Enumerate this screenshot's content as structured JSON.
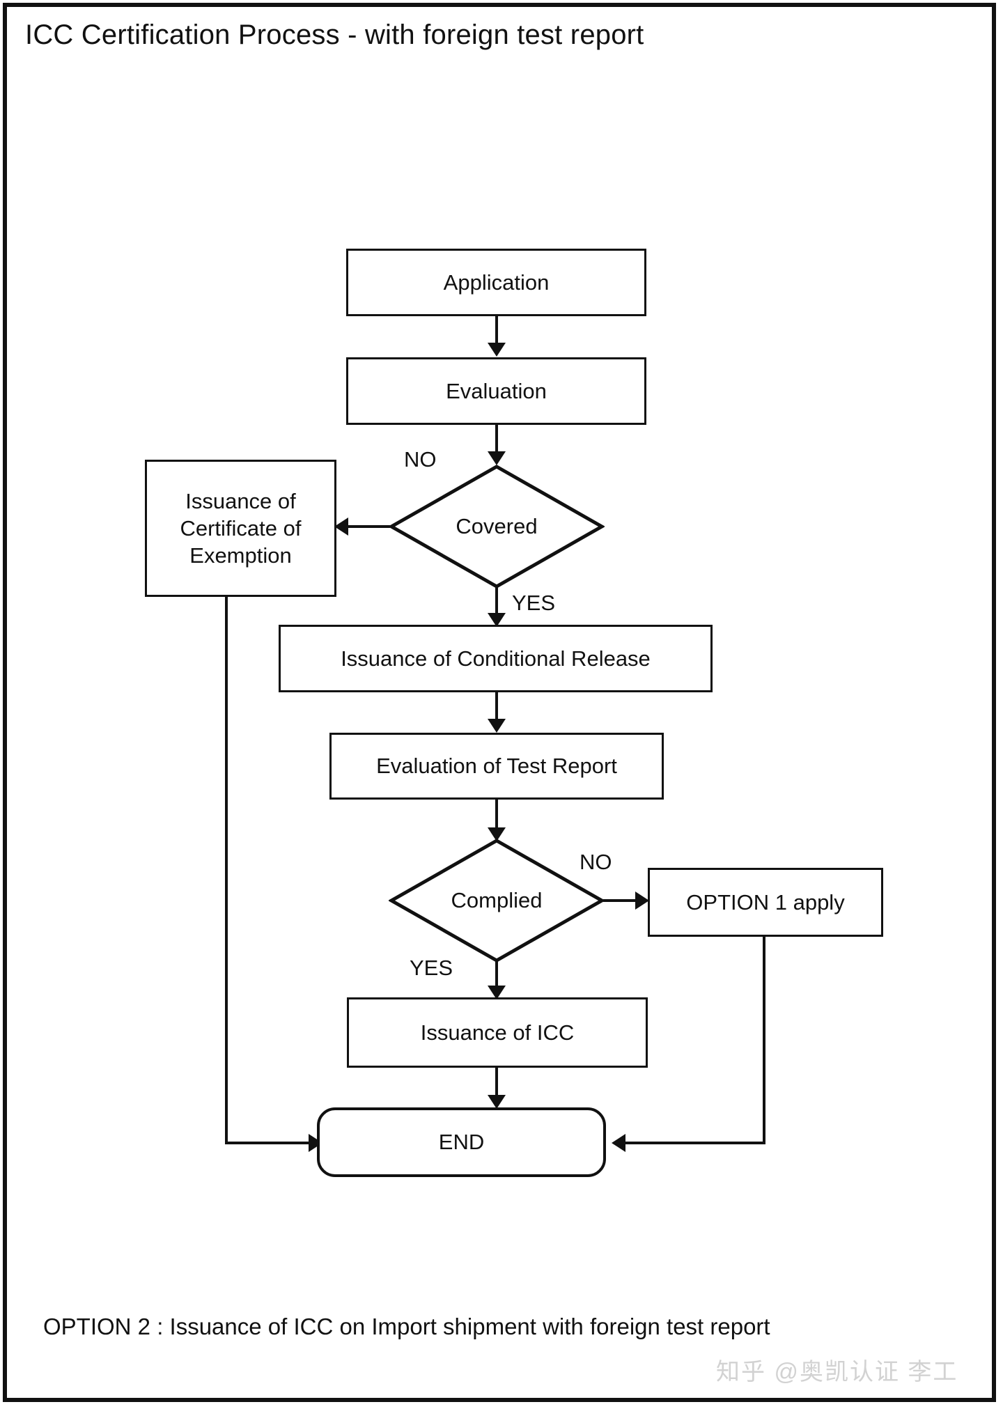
{
  "document": {
    "title": "ICC Certification Process - with foreign test report",
    "caption": "OPTION 2 : Issuance of ICC on Import shipment with foreign test report",
    "watermark": "知乎 @奥凯认证 李工"
  },
  "colors": {
    "stroke": "#111111",
    "background": "#ffffff",
    "watermark": "#d2d2d2"
  },
  "chart_data": {
    "type": "diagram",
    "title": "ICC Certification Process - with foreign test report",
    "nodes": [
      {
        "id": "application",
        "label": "Application",
        "shape": "process"
      },
      {
        "id": "evaluation",
        "label": "Evaluation",
        "shape": "process"
      },
      {
        "id": "covered",
        "label": "Covered",
        "shape": "decision"
      },
      {
        "id": "exemption",
        "label": "Issuance of\nCertificate of\nExemption",
        "shape": "process"
      },
      {
        "id": "conditional-release",
        "label": "Issuance of Conditional Release",
        "shape": "process"
      },
      {
        "id": "evaluation-of-report",
        "label": "Evaluation of Test Report",
        "shape": "process"
      },
      {
        "id": "complied",
        "label": "Complied",
        "shape": "decision"
      },
      {
        "id": "option1",
        "label": "OPTION 1 apply",
        "shape": "process"
      },
      {
        "id": "issuance-of-icc",
        "label": "Issuance of ICC",
        "shape": "process"
      },
      {
        "id": "end",
        "label": "END",
        "shape": "terminal"
      }
    ],
    "edges": [
      {
        "from": "application",
        "to": "evaluation",
        "label": ""
      },
      {
        "from": "evaluation",
        "to": "covered",
        "label": ""
      },
      {
        "from": "covered",
        "to": "exemption",
        "label": "NO"
      },
      {
        "from": "covered",
        "to": "conditional-release",
        "label": "YES"
      },
      {
        "from": "conditional-release",
        "to": "evaluation-of-report",
        "label": ""
      },
      {
        "from": "evaluation-of-report",
        "to": "complied",
        "label": ""
      },
      {
        "from": "complied",
        "to": "option1",
        "label": "NO"
      },
      {
        "from": "complied",
        "to": "issuance-of-icc",
        "label": "YES"
      },
      {
        "from": "issuance-of-icc",
        "to": "end",
        "label": ""
      },
      {
        "from": "exemption",
        "to": "end",
        "label": ""
      },
      {
        "from": "option1",
        "to": "end",
        "label": ""
      }
    ],
    "edge_labels": {
      "covered_no": "NO",
      "covered_yes": "YES",
      "complied_no": "NO",
      "complied_yes": "YES"
    }
  },
  "nodes": {
    "application": {
      "label": "Application"
    },
    "evaluation": {
      "label": "Evaluation"
    },
    "covered": {
      "label": "Covered"
    },
    "exemption": {
      "line1": "Issuance of",
      "line2": "Certificate of",
      "line3": "Exemption"
    },
    "conditional_release": {
      "label": "Issuance of Conditional Release"
    },
    "evaluation_of_report": {
      "label": "Evaluation of Test Report"
    },
    "complied": {
      "label": "Complied"
    },
    "option1": {
      "label": "OPTION 1 apply"
    },
    "issuance_of_icc": {
      "label": "Issuance of ICC"
    },
    "end": {
      "label": "END"
    }
  },
  "labels": {
    "covered_no": "NO",
    "covered_yes": "YES",
    "complied_no": "NO",
    "complied_yes": "YES"
  }
}
